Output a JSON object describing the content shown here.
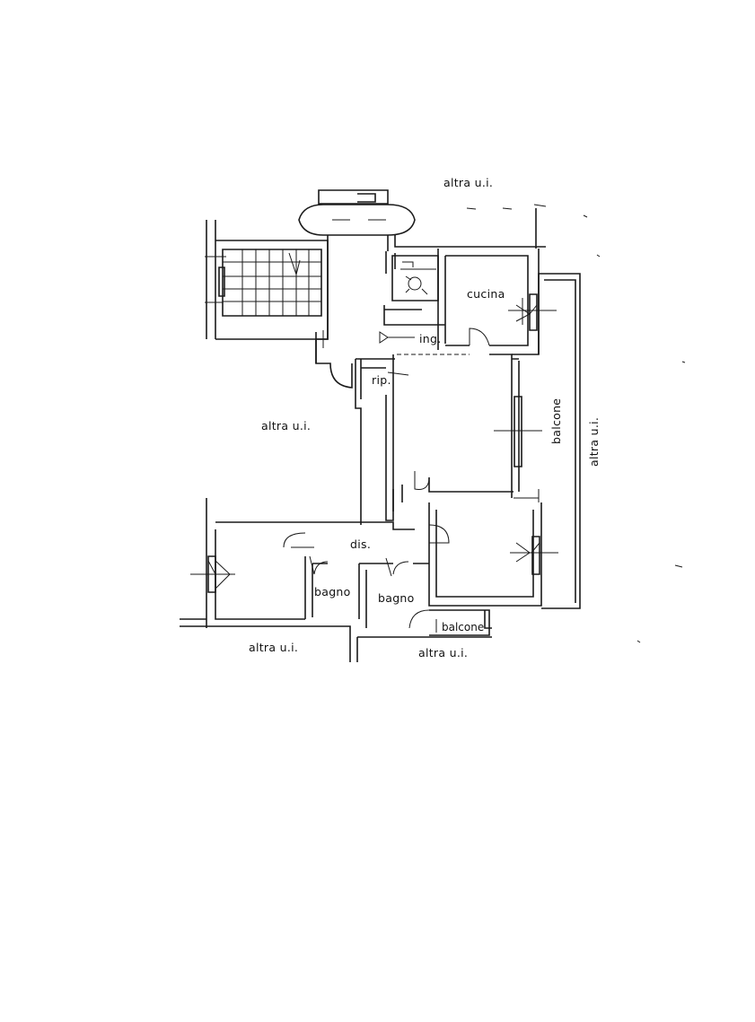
{
  "labels": {
    "altra_ui_top": "altra u.i.",
    "cucina": "cucina",
    "ing": "ing.",
    "rip": "rip.",
    "altra_ui_center": "altra u.i.",
    "balcone_vertical": "balcone",
    "altra_ui_right": "altra u.i.",
    "dis": "dis.",
    "bagno_left": "bagno",
    "bagno_right": "bagno",
    "balcone_bottom": "balcone",
    "altra_ui_bottom_left": "altra u.i.",
    "altra_ui_bottom_right": "altra u.i."
  },
  "colors": {
    "line": "#1a1a1a",
    "background": "#ffffff"
  }
}
